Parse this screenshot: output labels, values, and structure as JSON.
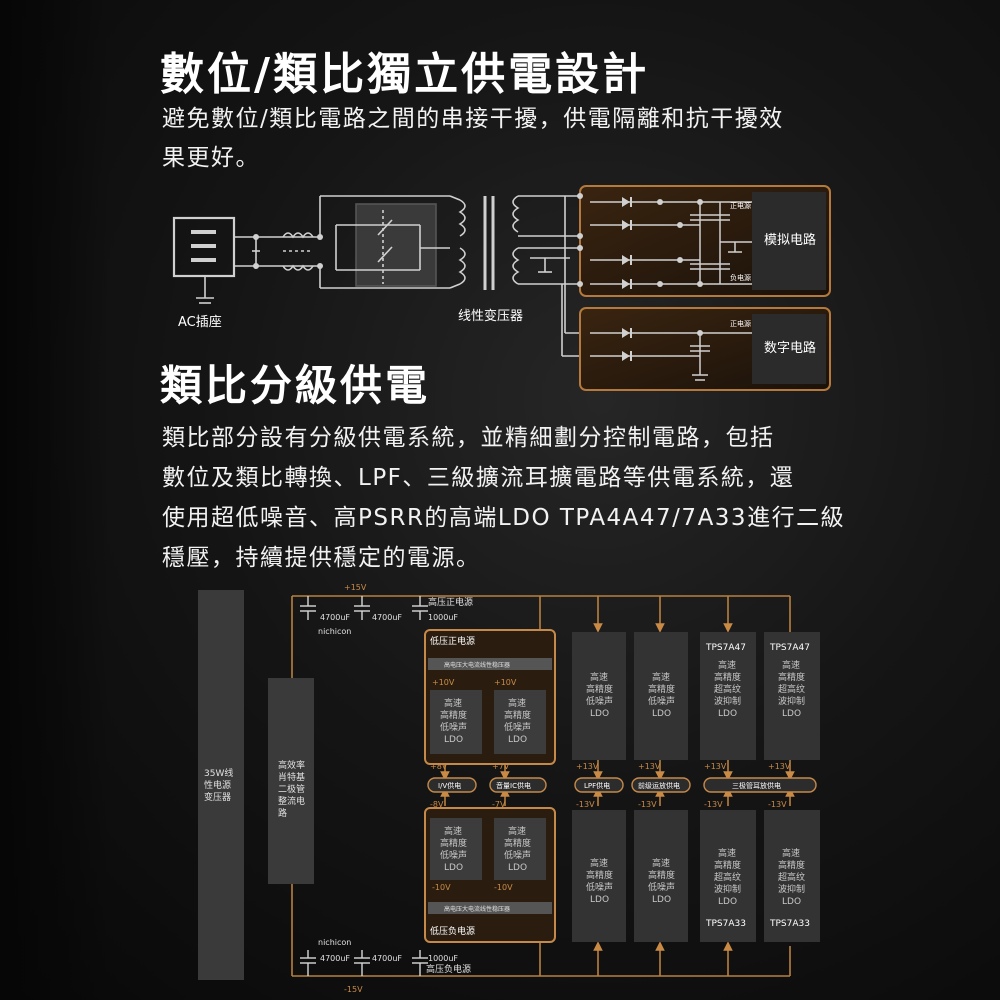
{
  "section1": {
    "title": "數位/類比獨立供電設計",
    "desc_line1": "避免數位/類比電路之間的串接干擾，供電隔離和抗干擾效",
    "desc_line2": "果更好。"
  },
  "section2": {
    "title": "類比分級供電",
    "desc_line1": "類比部分設有分級供電系統，並精細劃分控制電路，包括",
    "desc_line2": "數位及類比轉換、LPF、三級擴流耳擴電路等供電系統，還",
    "desc_line3": "使用超低噪音、高PSRR的高端LDO TPA4A47/7A33進行二級",
    "desc_line4": "穩壓，持續提供穩定的電源。"
  },
  "diagram1": {
    "ac_label": "AC插座",
    "transformer_label": "线性变压器",
    "analog_label": "模拟电路",
    "digital_label": "数字电路",
    "pos_supply": "正电源",
    "neg_supply": "负电源",
    "pos_supply_2": "正电源"
  },
  "diagram2": {
    "plus15": "+15V",
    "minus15": "-15V",
    "cap_top_1": "4700uF",
    "cap_top_2": "4700uF",
    "cap_top_3": "1000uF",
    "nichicon_top": "nichicon",
    "hv_pos": "高压正电源",
    "cap_bot_1": "4700uF",
    "cap_bot_2": "4700uF",
    "cap_bot_3": "1000uF",
    "nichicon_bot": "nichicon",
    "hv_neg": "高压负电源",
    "transformer_35w": [
      "35W线",
      "性电源",
      "变压器"
    ],
    "rectifier": [
      "高效率",
      "肖特基",
      "二极管",
      "整流电",
      "路"
    ],
    "lv_pos": "低压正电源",
    "lv_neg": "低压负电源",
    "hv_reg": "高电压大电流线性稳压器",
    "ldo_4": [
      "高速",
      "高精度",
      "低噪声",
      "LDO"
    ],
    "ldo_3": [
      "高速",
      "高精度",
      "低噪声",
      "LDO"
    ],
    "ldo_5": [
      "高速",
      "高精度",
      "超高纹",
      "波抑制",
      "LDO"
    ],
    "tps_top": "TPS7A47",
    "tps_bot": "TPS7A33",
    "v_plus10": "+10V",
    "v_minus10": "-10V",
    "v_plus8": "+8V",
    "v_plus7": "+7V",
    "v_minus8": "-8V",
    "v_minus7": "-7V",
    "v_plus13": "+13V",
    "v_minus13": "-13V",
    "iv_supply": "I/V供电",
    "vol_ic": "音量IC供电",
    "lpf": "LPF供电",
    "preamp": "前级运放供电",
    "amp3": "三极管耳放供电"
  }
}
